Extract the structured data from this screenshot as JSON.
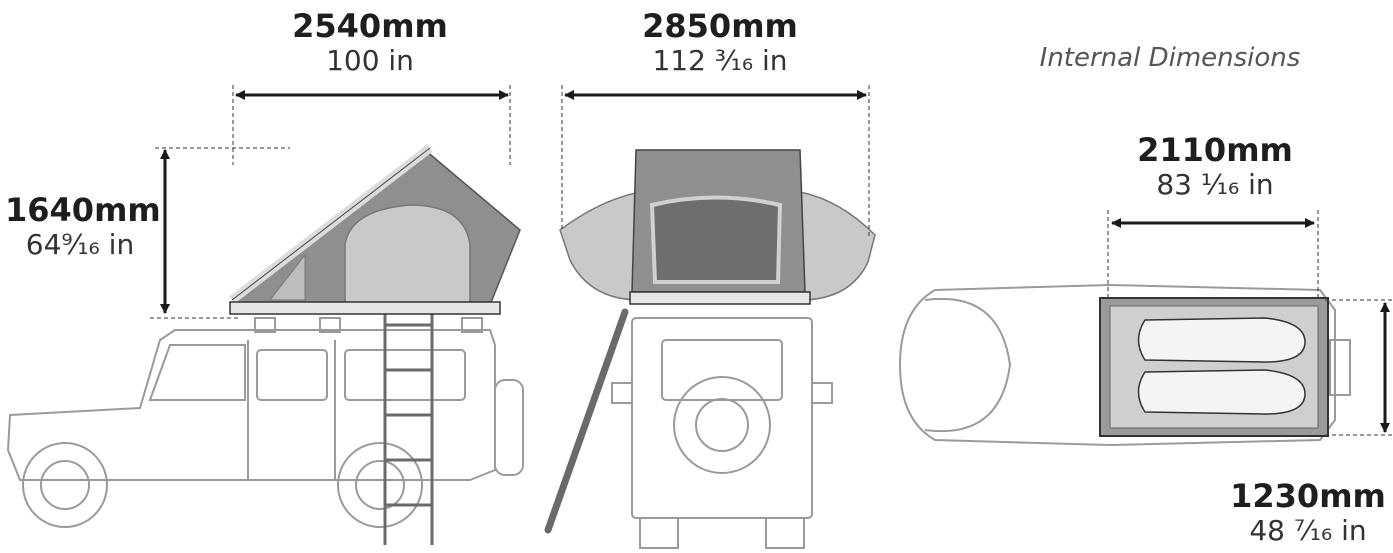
{
  "title": "Internal Dimensions",
  "dimensions": {
    "length": {
      "mm": "2540mm",
      "inches": "100 in"
    },
    "width": {
      "mm": "2850mm",
      "inches": "112 ³⁄₁₆ in"
    },
    "height": {
      "mm": "1640mm",
      "inches": "64⁹⁄₁₆ in"
    },
    "internal_length": {
      "mm": "2110mm",
      "inches": "83 ¹⁄₁₆ in"
    },
    "internal_width": {
      "mm": "1230mm",
      "inches": "48 ⁷⁄₁₆ in"
    }
  },
  "colors": {
    "tent_fabric": "#8f8f8f",
    "tent_fabric_light": "#c9c9c9",
    "vehicle_outline": "#9a9a9a",
    "dimension_arrow": "#1a1a1a"
  }
}
